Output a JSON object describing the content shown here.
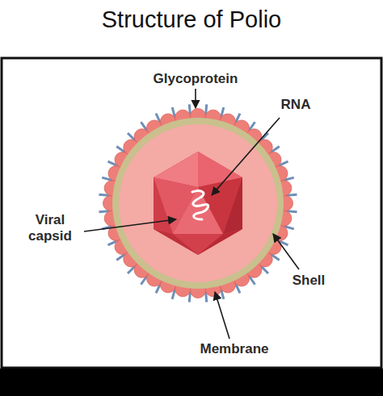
{
  "diagram": {
    "title": "Structure of Polio",
    "labels": [
      "Glycoprotein",
      "RNA",
      "Viral capsid",
      "Shell",
      "Membrane"
    ]
  }
}
